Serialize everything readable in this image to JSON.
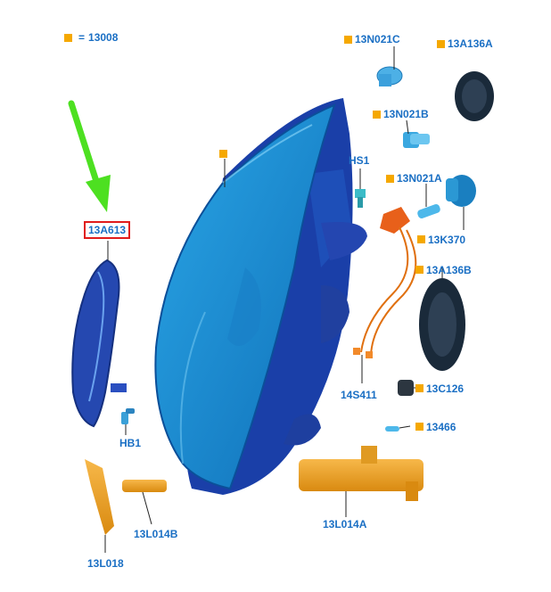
{
  "legend": {
    "code": "13008",
    "equals": "="
  },
  "highlighted_part": "13A613",
  "callouts": {
    "n021c": "13N021C",
    "a136a": "13A136A",
    "n021b": "13N021B",
    "hs1": "HS1",
    "n021a": "13N021A",
    "k370": "13K370",
    "a136b": "13A136B",
    "s411": "14S411",
    "c126": "13C126",
    "p13466": "13466",
    "hb1": "HB1",
    "l014b": "13L014B",
    "l014a": "13L014A",
    "l018": "13L018"
  },
  "colors": {
    "label": "#1a6fc4",
    "marker": "#f5a800",
    "highlight_box": "#e01b1b",
    "arrow": "#4de021",
    "housing": "#1e5fc0",
    "lens": "#1b8fd6",
    "accessory": "#f0a020"
  }
}
